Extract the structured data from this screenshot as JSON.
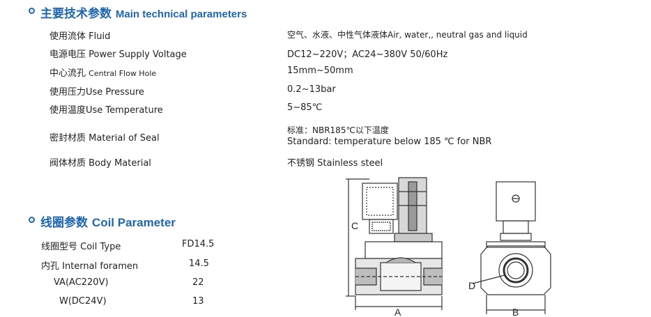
{
  "main_section": {
    "title_cn": "主要技术参数",
    "title_en": "Main technical parameters",
    "rows": [
      {
        "label": "使用流体 Fluid",
        "value": "空气、水液、中性气体液体Air, water,, neutral gas and liquid"
      },
      {
        "label": "电源电压 Power Supply Voltage",
        "value": "DC12~220V；AC24~380V 50/60Hz"
      },
      {
        "label_cn": "中心流孔",
        "label_en": "Central Flow Hole",
        "value": "15mm~50mm"
      },
      {
        "label": "使用压力Use Pressure",
        "value": "0.2~13bar"
      },
      {
        "label": "使用温度Use Temperature",
        "value": "5~85℃"
      },
      {
        "label": "密封材质 Material of Seal",
        "value_line1": "标准：NBR185℃以下温度",
        "value_line2": "Standard: temperature below 185 ℃ for NBR"
      },
      {
        "label": "阀体材质 Body Material",
        "value": "不锈钢 Stainless steel"
      }
    ]
  },
  "coil_section": {
    "title_cn": "线圈参数",
    "title_en": "Coil Parameter",
    "rows": [
      {
        "label": "线圈型号 Coil Type",
        "value": "FD14.5"
      },
      {
        "label": "内孔 Internal foramen",
        "value": "14.5"
      },
      {
        "label": "VA(AC220V)",
        "value": "22"
      },
      {
        "label": "W(DC24V)",
        "value": "13"
      }
    ]
  },
  "diagram": {
    "labels": {
      "a": "A",
      "b": "B",
      "c": "C",
      "d": "D"
    }
  },
  "colors": {
    "accent": "#1e66b0",
    "text": "#222222"
  }
}
